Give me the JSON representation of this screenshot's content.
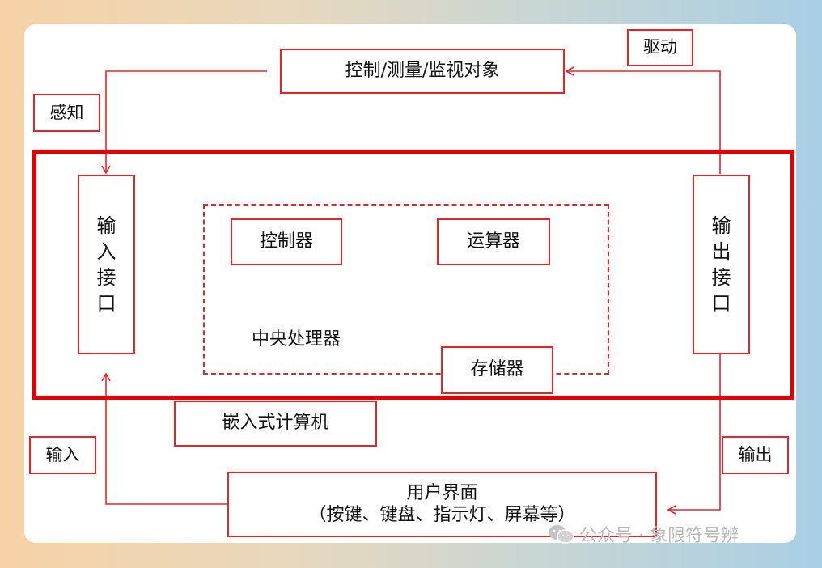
{
  "diagram": {
    "control_object": "控制/测量/监视对象",
    "drive_label": "驱动",
    "sense_label": "感知",
    "input_interface_chars": [
      "输",
      "入",
      "接",
      "口"
    ],
    "output_interface_chars": [
      "输",
      "出",
      "接",
      "口"
    ],
    "controller": "控制器",
    "alu": "运算器",
    "cpu_label": "中央处理器",
    "storage": "存储器",
    "embedded_computer": "嵌入式计算机",
    "input_label": "输入",
    "output_label": "输出",
    "user_interface_title": "用户界面",
    "user_interface_detail": "（按键、键盘、指示灯、屏幕等）",
    "accent_color": "#e3262b"
  },
  "watermark": {
    "text": "公众号 · 象限符号辨",
    "icon": "wechat-icon"
  }
}
